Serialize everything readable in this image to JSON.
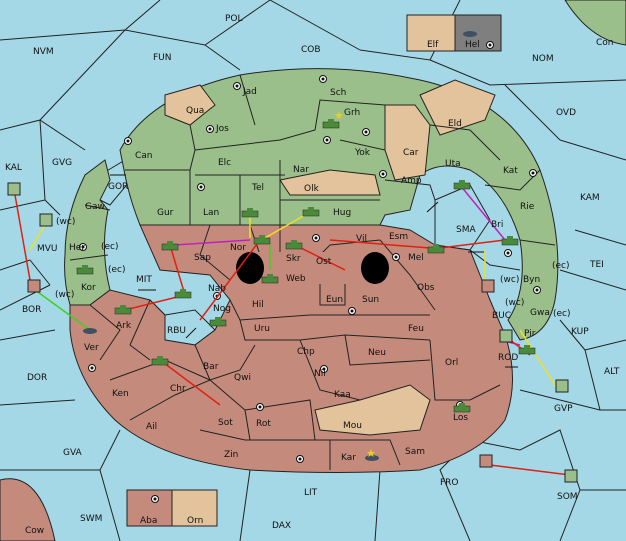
{
  "colors": {
    "sea": "#a5d8e6",
    "player_green": "#9bbf8a",
    "player_red": "#c48b7d",
    "neutral_tan": "#e3c39b",
    "attack_arrow": "#e02010",
    "support_arrow": "#f0e020",
    "convoy_arrow": "#c020c0",
    "hold_arrow": "#40d020"
  },
  "unit_icons": {
    "army": "tank-icon",
    "fleet": "ship-icon",
    "home": "star-icon"
  },
  "sea_regions": {
    "pol": "POL",
    "nvm": "NVM",
    "fun": "FUN",
    "cob": "COB",
    "nom": "NOM",
    "ovd": "OVD",
    "kal": "KAL",
    "gvg": "GVG",
    "mvu": "MVU",
    "gor": "GOR",
    "kam": "KAM",
    "sma": "SMA",
    "tei": "TEI",
    "mit": "MIT",
    "bor": "BOR",
    "rbu": "RBU",
    "buc": "BUC",
    "kup": "KUP",
    "rod": "ROD",
    "alt": "ALT",
    "dor": "DOR",
    "gvp": "GVP",
    "gva": "GVA",
    "fro": "FRO",
    "lit": "LIT",
    "som": "SOM",
    "swm": "SWM",
    "dax": "DAX"
  },
  "green_regions": {
    "jad": "Jad",
    "sch": "Sch",
    "qua": "Qua",
    "jos": "Jos",
    "grh": "Grh",
    "eld": "Eld",
    "can": "Can",
    "car": "Car",
    "yok": "Yok",
    "elc": "Elc",
    "nar": "Nar",
    "uta": "Uta",
    "kat": "Kat",
    "amp": "Amp",
    "tel": "Tel",
    "olk": "Olk",
    "gur": "Gur",
    "lan": "Lan",
    "hug": "Hug",
    "rie": "Rie",
    "esm": "Esm",
    "bri": "Bri",
    "gaw": "Gaw",
    "her": "Her",
    "byn": "Byn",
    "kor": "Kor",
    "gwa": "Gwa",
    "pir": "Pir"
  },
  "red_regions": {
    "nor": "Nor",
    "sap": "Sap",
    "skr": "Skr",
    "vil": "Vil",
    "mel": "Mel",
    "ost": "Ost",
    "web": "Web",
    "obs": "Obs",
    "nab": "Nab",
    "eun": "Eun",
    "sun": "Sun",
    "hil": "Hil",
    "nog": "Nog",
    "uru": "Uru",
    "feu": "Feu",
    "ark": "Ark",
    "ver": "Ver",
    "chp": "Chp",
    "neu": "Neu",
    "orl": "Orl",
    "bar": "Bar",
    "qwi": "Qwi",
    "nil": "Nil",
    "ken": "Ken",
    "chr": "Chr",
    "kaa": "Kaa",
    "los": "Los",
    "rot": "Rot",
    "sot": "Sot",
    "ail": "Ail",
    "mou": "Mou",
    "zin": "Zin",
    "kar": "Kar",
    "sam": "Sam",
    "aba": "Aba",
    "orn": "Orn",
    "con": "Con",
    "cow": "Cow"
  },
  "tan_regions": {
    "elf": "Elf",
    "hel": "Hel"
  },
  "coast_tags": {
    "wc": "(wc)",
    "ec": "(ec)"
  }
}
